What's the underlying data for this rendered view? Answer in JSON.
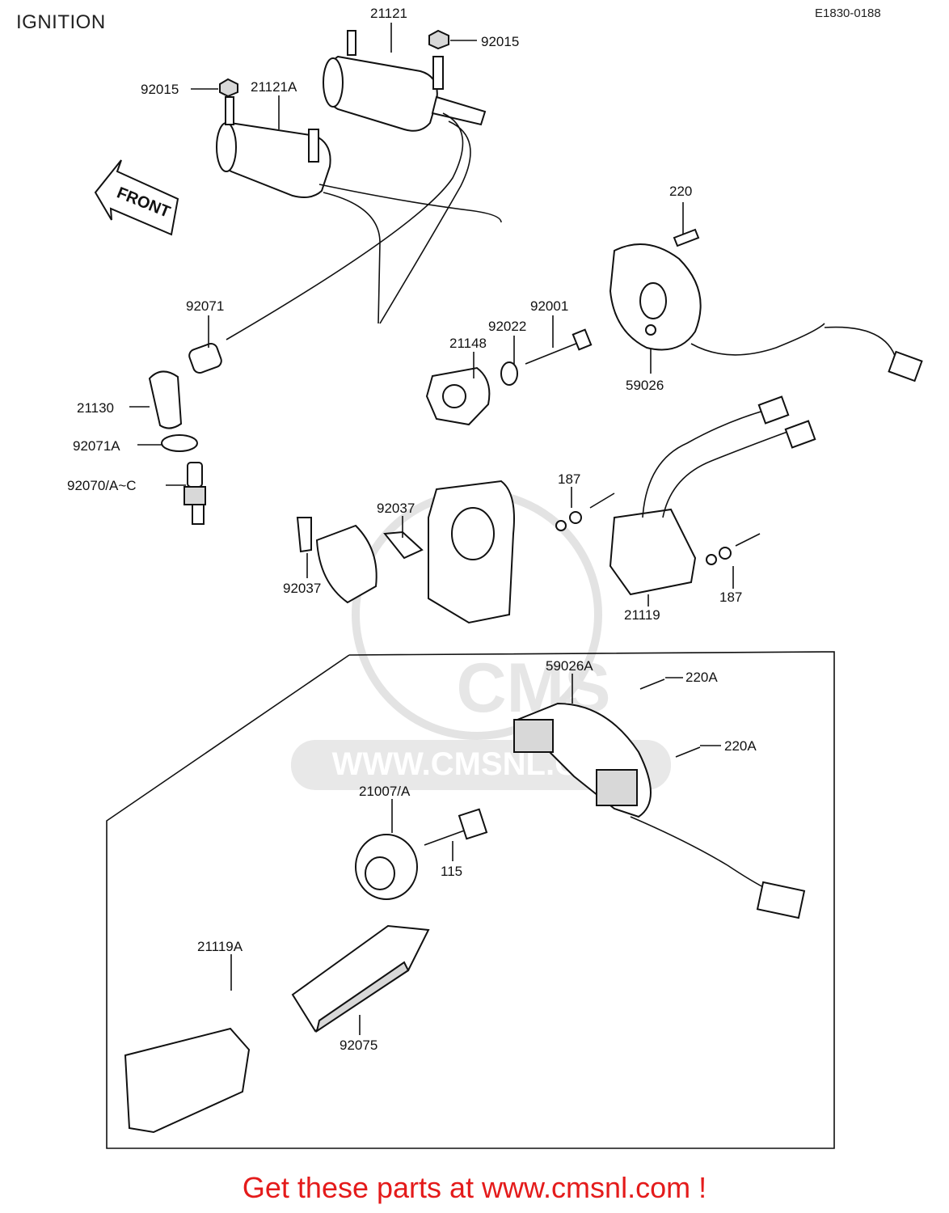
{
  "page": {
    "title": "IGNITION",
    "doc_number": "E1830-0188",
    "front_sign": "FRONT",
    "footer": "Get these parts at www.cmsnl.com !"
  },
  "watermark": {
    "brand": "CMS",
    "url": "WWW.CMSNL.COM"
  },
  "parts": {
    "p21121": "21121",
    "p92015_top": "92015",
    "p92015_left": "92015",
    "p21121A": "21121A",
    "p220": "220",
    "p92071": "92071",
    "p92001": "92001",
    "p92022": "92022",
    "p21148": "21148",
    "p59026": "59026",
    "p21130": "21130",
    "p92071A": "92071A",
    "p92070": "92070/A~C",
    "p187_top": "187",
    "p92037_right": "92037",
    "p92037_left": "92037",
    "p187_bottom": "187",
    "p21119": "21119",
    "p59026A": "59026A",
    "p220A_top": "220A",
    "p220A_bottom": "220A",
    "p21007": "21007/A",
    "p115": "115",
    "p21119A": "21119A",
    "p92075": "92075"
  }
}
